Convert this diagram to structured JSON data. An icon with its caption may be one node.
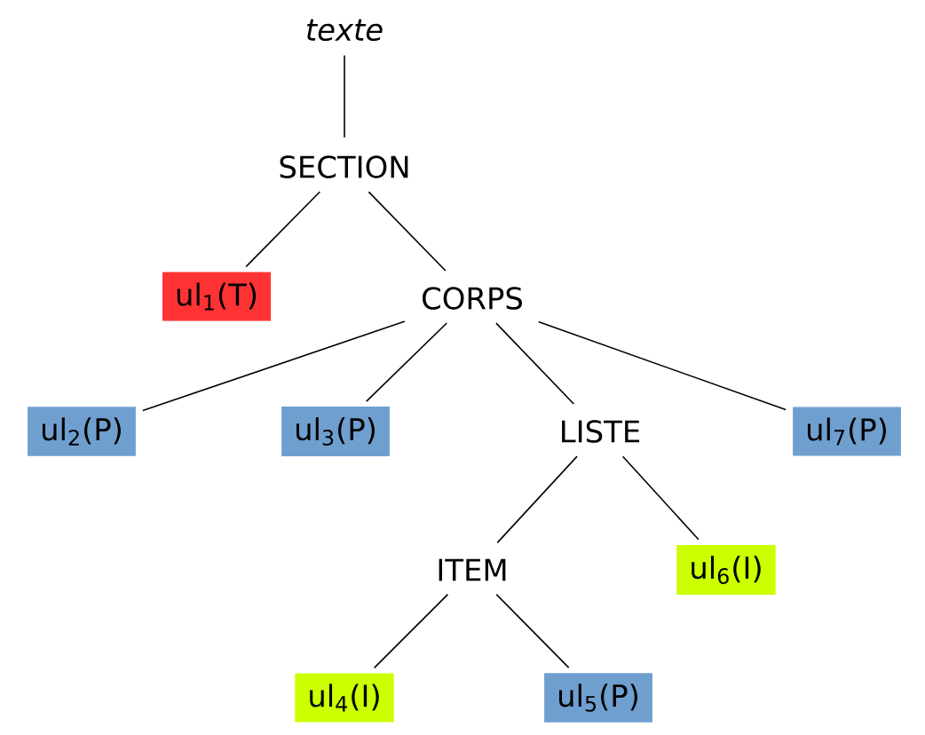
{
  "diagram": {
    "nodes": [
      {
        "text": [
          "texte"
        ]
      },
      {
        "text": [
          "SECTION"
        ]
      },
      {
        "text": [
          "ul$_{1}$(T)"
        ]
      },
      {
        "text": [
          "CORPS"
        ]
      },
      {
        "text": [
          "ul$_{2}$(P)"
        ]
      },
      {
        "text": [
          "ul$_{3}$(P)"
        ]
      },
      {
        "text": [
          "LISTE"
        ]
      },
      {
        "text": [
          "ul$_{7}$(P)"
        ]
      },
      {
        "text": [
          "ITEM"
        ]
      },
      {
        "text": [
          "ul$_{6}$(I)"
        ]
      },
      {
        "text": [
          "ul$_{4}$(I)"
        ]
      },
      {
        "text": [
          "ul$_{5}$(P)"
        ]
      }
    ],
    "edges": [
      {
        "from": 0,
        "to": 1,
        "arrow": "none"
      },
      {
        "from": 1,
        "to": 2,
        "arrow": "none"
      },
      {
        "from": 1,
        "to": 3,
        "arrow": "none"
      },
      {
        "from": 3,
        "to": 4,
        "arrow": "none"
      },
      {
        "from": 3,
        "to": 5,
        "arrow": "none"
      },
      {
        "from": 3,
        "to": 6,
        "arrow": "none"
      },
      {
        "from": 3,
        "to": 7,
        "arrow": "none"
      },
      {
        "from": 6,
        "to": 8,
        "arrow": "none"
      },
      {
        "from": 6,
        "to": 9,
        "arrow": "none"
      },
      {
        "from": 8,
        "to": 10,
        "arrow": "none"
      },
      {
        "from": 8,
        "to": 11,
        "arrow": "none"
      }
    ]
  }
}
